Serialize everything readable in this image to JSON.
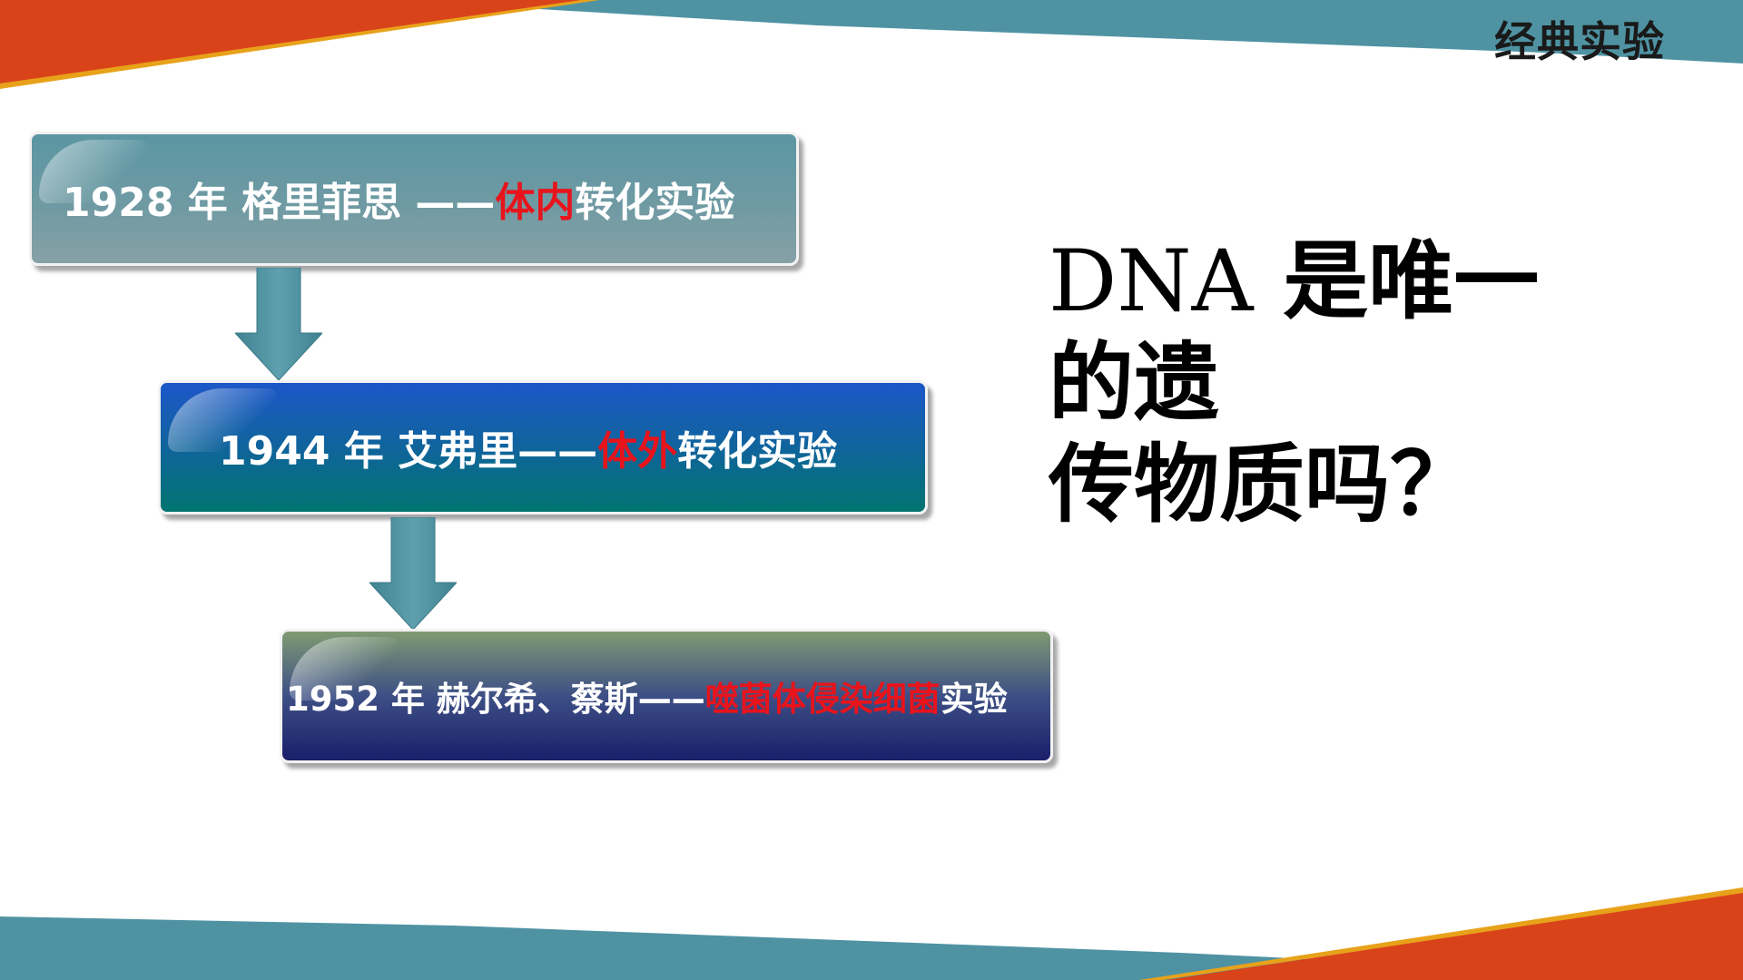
{
  "header": {
    "title": "经典实验"
  },
  "colors": {
    "accent_orange": "#d9431a",
    "accent_teal": "#4f93a3",
    "accent_gold": "#e8a21a",
    "highlight_red": "#e8141c"
  },
  "timeline": [
    {
      "prefix": "1928 年 格里菲思 ——",
      "highlight": "体内",
      "suffix": "转化实验"
    },
    {
      "prefix": "1944 年 艾弗里——",
      "highlight": "体外",
      "suffix": "转化实验"
    },
    {
      "prefix": "1952 年 赫尔希、蔡斯——",
      "highlight": "噬菌体侵染细菌",
      "suffix": "实验"
    }
  ],
  "question": {
    "term": "DNA",
    "line1_rest": " 是唯一的遗",
    "line2": "传物质吗？"
  },
  "icons": {
    "connector": "down-arrow-icon"
  }
}
